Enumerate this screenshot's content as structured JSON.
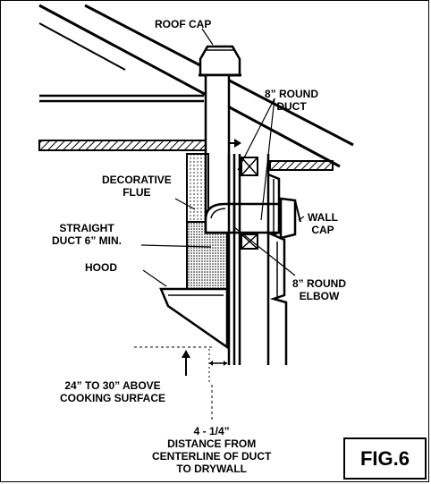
{
  "labels": {
    "roof_cap": "ROOF CAP",
    "round_duct": [
      "8” ROUND",
      "DUCT"
    ],
    "decorative_flue": [
      "DECORATIVE",
      "FLUE"
    ],
    "wall_cap": [
      "WALL",
      "CAP"
    ],
    "straight_duct": [
      "STRAIGHT",
      "DUCT 6” MIN."
    ],
    "hood": "HOOD",
    "round_elbow": [
      "8” ROUND",
      "ELBOW"
    ],
    "above_cooking": [
      "24” TO 30” ABOVE",
      "COOKING SURFACE"
    ],
    "distance": [
      "4 - 1/4”",
      "DISTANCE FROM",
      "CENTERLINE OF DUCT",
      "TO DRYWALL"
    ]
  },
  "figure_label": "FIG.6",
  "colors": {
    "ink": "#000000",
    "paper": "#ffffff"
  }
}
